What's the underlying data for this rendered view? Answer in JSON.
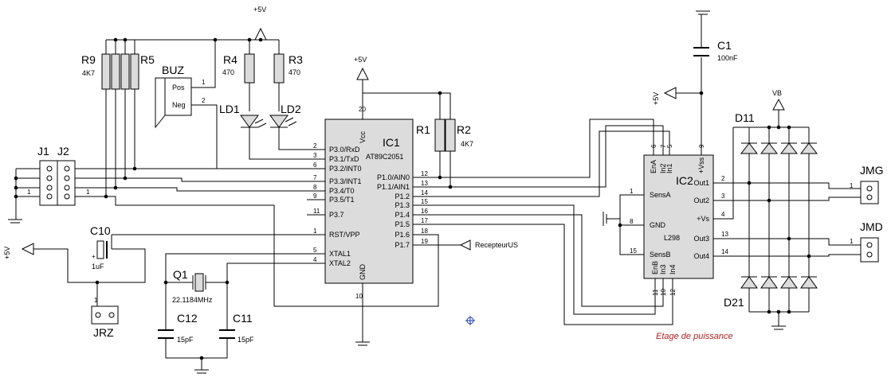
{
  "labels": {
    "vcc": "+5V",
    "vb": "VB",
    "recepteur": "RecepteurUS",
    "etage": "Etage de puissance"
  },
  "parts": {
    "R9": "R9",
    "R5": "R5",
    "R9_val": "4K7",
    "BUZ": "BUZ",
    "BUZ_pos": "Pos",
    "BUZ_neg": "Neg",
    "R4": "R4",
    "R4_val": "470",
    "R3": "R3",
    "R3_val": "470",
    "LD1": "LD1",
    "LD2": "LD2",
    "J1": "J1",
    "J2": "J2",
    "C10": "C10",
    "C10_val": "1uF",
    "JRZ": "JRZ",
    "Q1": "Q1",
    "Q1_val": "22.1184MHz",
    "C12": "C12",
    "C12_val": "15pF",
    "C11": "C11",
    "C11_val": "15pF",
    "IC1": "IC1",
    "IC1_part": "AT89C2051",
    "R1": "R1",
    "R2": "R2",
    "R2_val": "4K7",
    "C1": "C1",
    "C1_val": "100nF",
    "IC2": "IC2",
    "IC2_part": "L298",
    "D11": "D11",
    "D21": "D21",
    "JMG": "JMG",
    "JMD": "JMD"
  },
  "ic1": {
    "left_pins": [
      {
        "num": "2",
        "name": "P3.0/RxD"
      },
      {
        "num": "3",
        "name": "P3.1/TxD"
      },
      {
        "num": "6",
        "name": "P3.2/INT0"
      },
      {
        "num": "7",
        "name": "P3.3/INT1"
      },
      {
        "num": "8",
        "name": "P3.4/T0"
      },
      {
        "num": "9",
        "name": "P3.5/T1"
      },
      {
        "num": "11",
        "name": "P3.7"
      },
      {
        "num": "1",
        "name": "RST/VPP"
      },
      {
        "num": "5",
        "name": "XTAL1"
      },
      {
        "num": "4",
        "name": "XTAL2"
      }
    ],
    "right_pins": [
      {
        "num": "12",
        "name": "P1.0/AIN0"
      },
      {
        "num": "13",
        "name": "P1.1/AIN1"
      },
      {
        "num": "14",
        "name": "P1.2"
      },
      {
        "num": "15",
        "name": "P1.3"
      },
      {
        "num": "16",
        "name": "P1.4"
      },
      {
        "num": "17",
        "name": "P1.5"
      },
      {
        "num": "18",
        "name": "P1.6"
      },
      {
        "num": "19",
        "name": "P1.7"
      }
    ],
    "vcc": {
      "num": "20",
      "name": "Vcc"
    },
    "gnd": {
      "num": "10",
      "name": "GND"
    }
  },
  "ic2": {
    "top_pins": [
      {
        "num": "6",
        "name": "EnA"
      },
      {
        "num": "7",
        "name": "In2"
      },
      {
        "num": "5",
        "name": "In1"
      },
      {
        "num": "9",
        "name": "+Vss"
      }
    ],
    "left_pins": [
      {
        "num": "1",
        "name": "SensA"
      },
      {
        "num": "8",
        "name": "GND"
      },
      {
        "num": "15",
        "name": "SensB"
      }
    ],
    "right_pins": [
      {
        "num": "2",
        "name": "Out1"
      },
      {
        "num": "3",
        "name": "Out2"
      },
      {
        "num": "4",
        "name": "+Vs"
      },
      {
        "num": "13",
        "name": "Out3"
      },
      {
        "num": "14",
        "name": "Out4"
      }
    ],
    "bottom_pins": [
      {
        "num": "11",
        "name": "EnB"
      },
      {
        "num": "10",
        "name": "In3"
      },
      {
        "num": "12",
        "name": "In4"
      }
    ]
  },
  "misc_nums": {
    "buz1": "1",
    "buz2": "2",
    "j1": "1",
    "j2": "1",
    "jmg1": "1",
    "jmd1": "1",
    "jrz1": "1",
    "c10p": "+"
  }
}
